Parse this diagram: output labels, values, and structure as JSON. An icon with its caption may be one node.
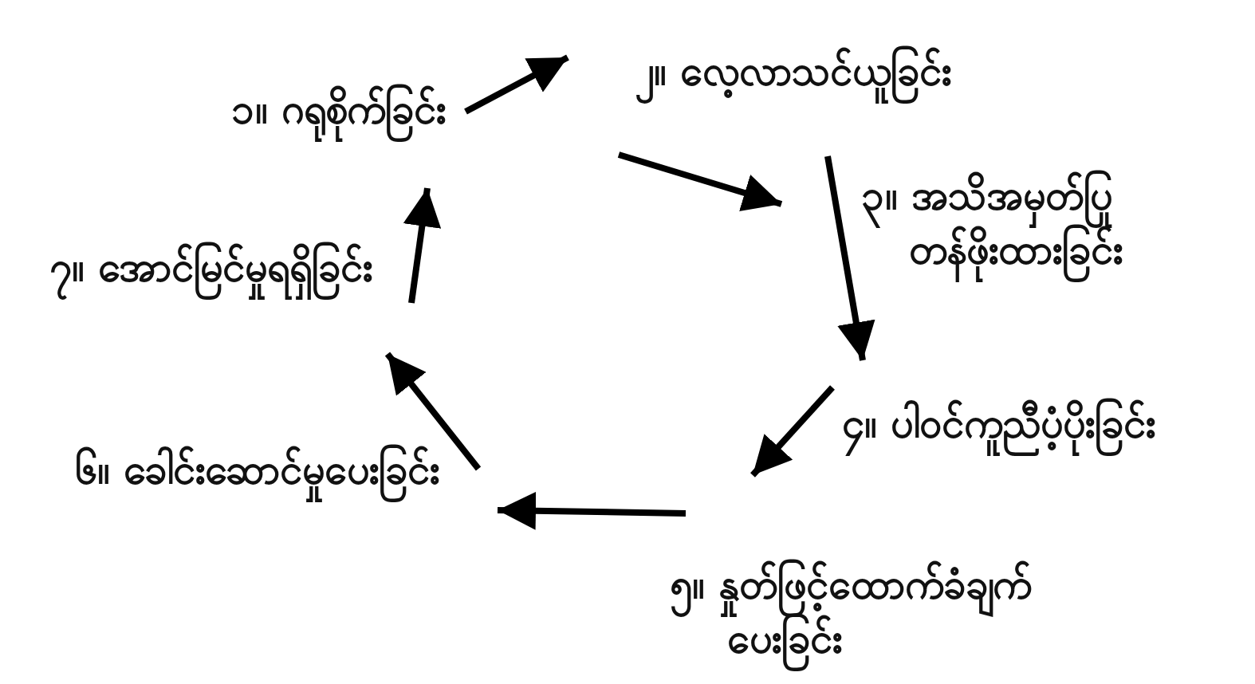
{
  "diagram": {
    "nodes": [
      {
        "text": [
          "၁။ ဂရုစိုက်ခြင်း"
        ]
      },
      {
        "text": [
          "၂။ လေ့လာသင်ယူခြင်း"
        ]
      },
      {
        "text": [
          "၃။ အသိအမှတ်ပြု တန်ဖိုးထားခြင်း"
        ]
      },
      {
        "text": [
          "၄။ ပါဝင်ကူညီပံ့ပိုးခြင်း"
        ]
      },
      {
        "text": [
          "၅။ နှုတ်ဖြင့်ထောက်ခံချက်ပေးခြင်း"
        ]
      },
      {
        "text": [
          "၆။ ခေါင်းဆောင်မှုပေးခြင်း"
        ]
      },
      {
        "text": [
          "၇။ အောင်မြင်မှုရရှိခြင်း"
        ]
      }
    ],
    "edges": [
      {
        "from": 0,
        "to": 1,
        "arrow": "to"
      },
      {
        "from": 1,
        "to": 2,
        "arrow": "to"
      },
      {
        "from": 2,
        "to": 3,
        "arrow": "to"
      },
      {
        "from": 3,
        "to": 4,
        "arrow": "to"
      },
      {
        "from": 4,
        "to": 5,
        "arrow": "to"
      },
      {
        "from": 5,
        "to": 6,
        "arrow": "to"
      },
      {
        "from": 6,
        "to": 0,
        "arrow": "to"
      }
    ]
  }
}
